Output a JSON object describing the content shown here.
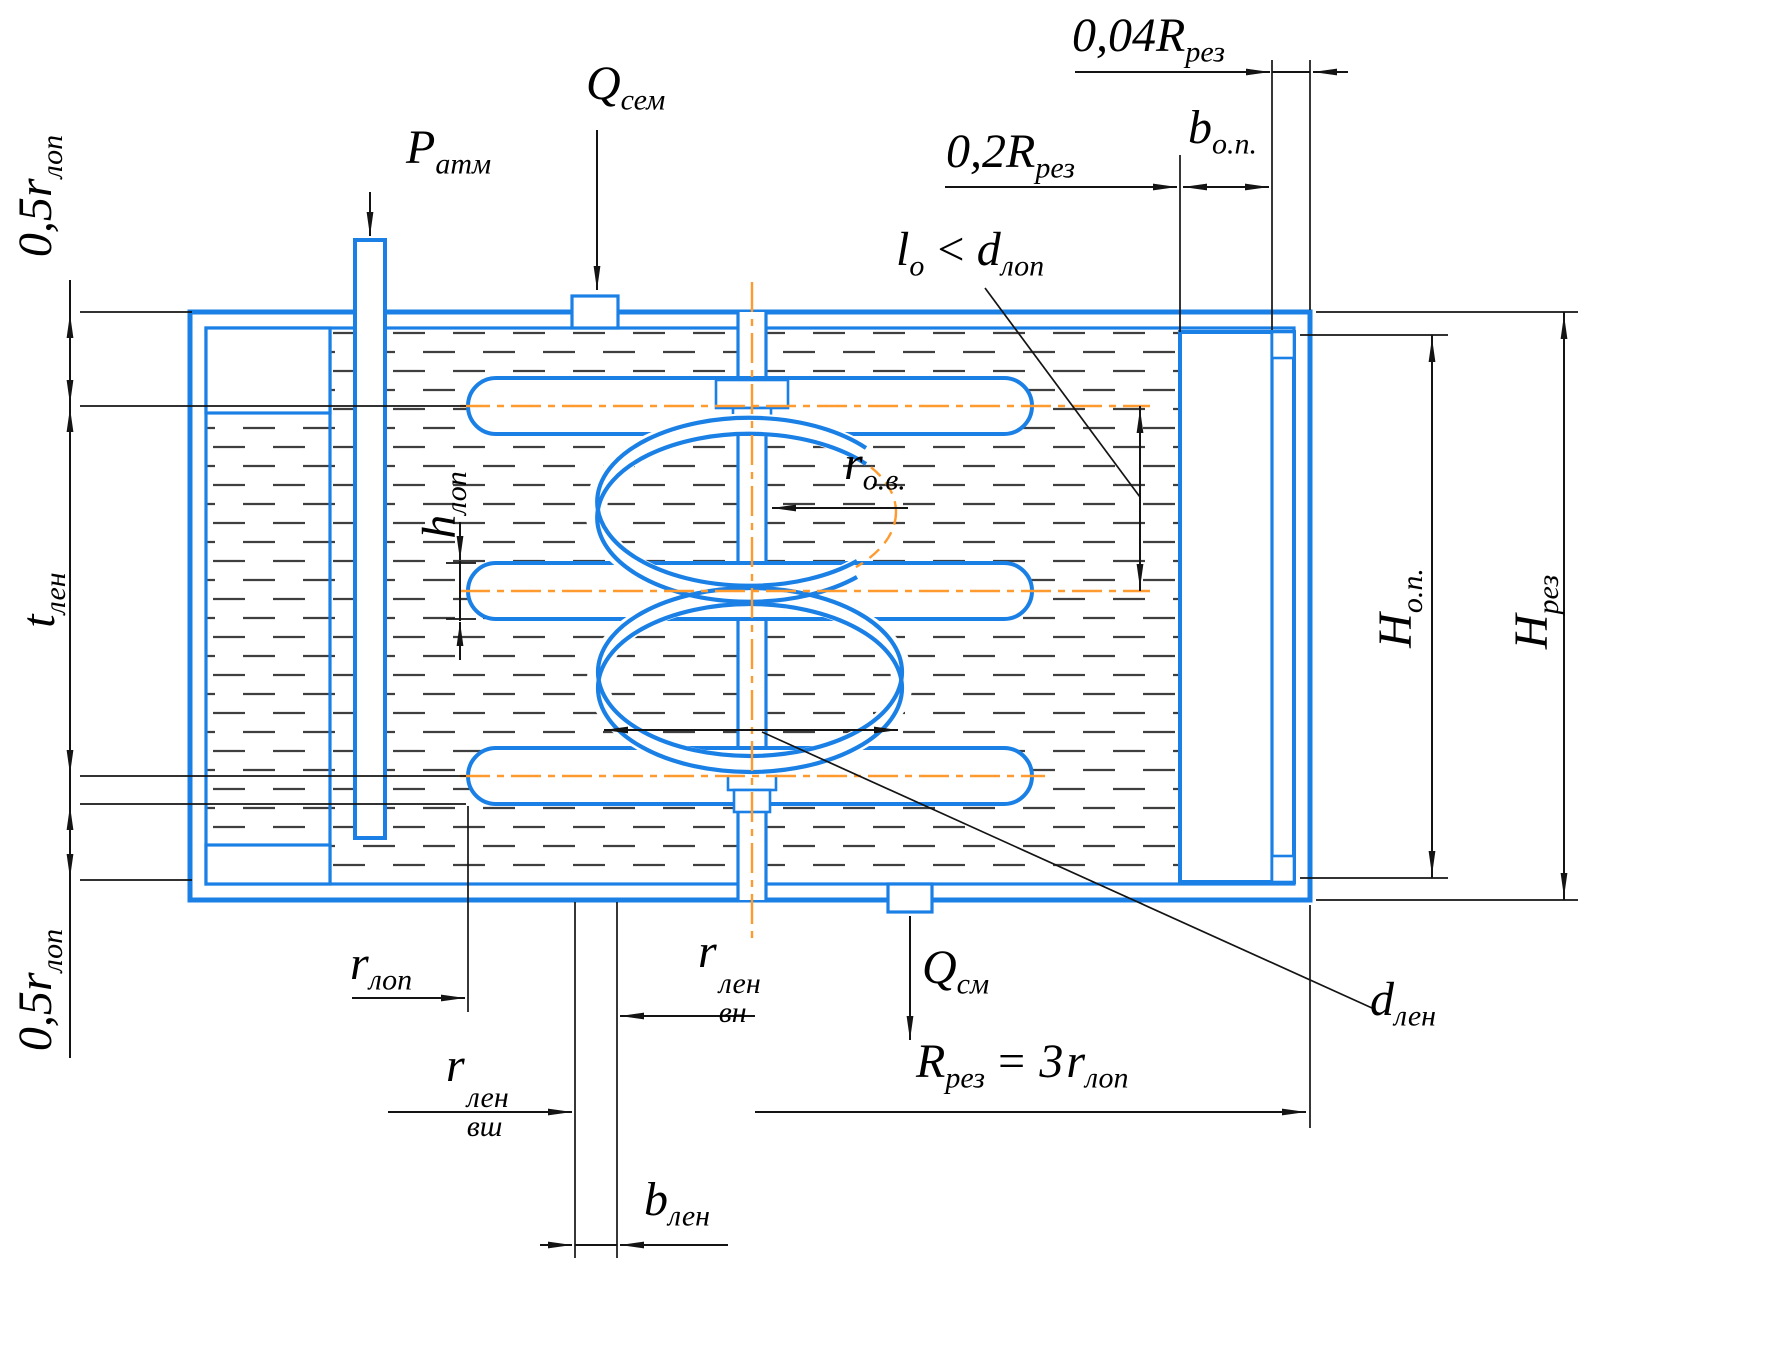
{
  "colors": {
    "blue": "#1a80e6",
    "orange": "#ff9a2e",
    "dim": "#141414",
    "hatch": "#3f3f3f",
    "bg": "#ffffff"
  },
  "labels": {
    "q_sem": {
      "base": "Q",
      "sub": "сем"
    },
    "p_atm": {
      "base": "P",
      "sub": "атм"
    },
    "r004_rez": {
      "base": "0,04R",
      "sub": "рез"
    },
    "r02_rez": {
      "base": "0,2R",
      "sub": "рез"
    },
    "b_op": {
      "base": "b",
      "sub": "о.п."
    },
    "lo_dlop": {
      "base1": "l",
      "sub1": "о",
      "op": "<",
      "base2": "d",
      "sub2": "лоп"
    },
    "r05_lop_top": {
      "base": "0,5r",
      "sub": "лоп"
    },
    "t_len": {
      "base": "t",
      "sub": "лен"
    },
    "h_lop": {
      "base": "h",
      "sub": "лоп"
    },
    "r_ov": {
      "base": "r",
      "sub": "о.в."
    },
    "H_op": {
      "base": "H",
      "sub": "о.п."
    },
    "H_rez": {
      "base": "H",
      "sub": "рез"
    },
    "r05_lop_bottom": {
      "base": "0,5r",
      "sub": "лоп"
    },
    "r_lop": {
      "base": "r",
      "sub": "лоп"
    },
    "r_vn_len": {
      "base": "r",
      "sup": "лен",
      "sub": "вн"
    },
    "q_sm": {
      "base": "Q",
      "sub": "см"
    },
    "d_len": {
      "base": "d",
      "sub": "лен"
    },
    "r_vsh_len": {
      "base": "r",
      "sup": "лен",
      "sub": "вш"
    },
    "R_rez_eq": {
      "base1": "R",
      "sub1": "рез",
      "op": "= 3",
      "base2": "r",
      "sub2": "лоп"
    },
    "b_len": {
      "base": "b",
      "sub": "лен"
    }
  }
}
